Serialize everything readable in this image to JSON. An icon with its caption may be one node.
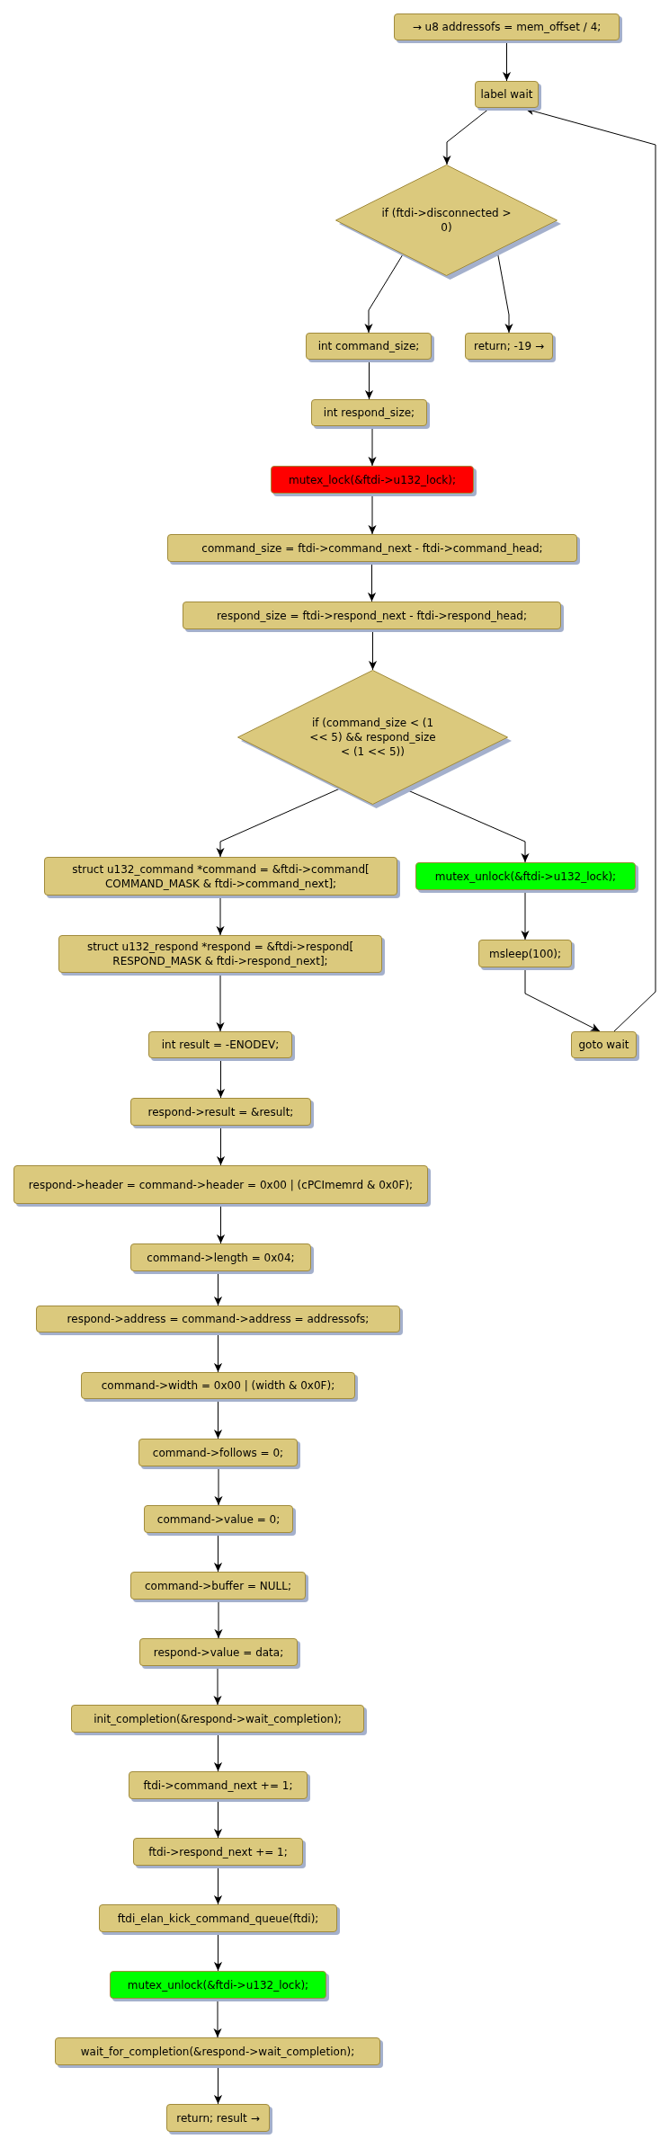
{
  "diagram": {
    "nodes": [
      {
        "text": [
          "→ u8 addressofs = mem_offset / 4;"
        ]
      },
      {
        "text": [
          "label wait"
        ]
      },
      {
        "text": [
          "if (ftdi->disconnected > 0)"
        ]
      },
      {
        "text": [
          "int command_size;"
        ]
      },
      {
        "text": [
          "return; -19 →"
        ]
      },
      {
        "text": [
          "int respond_size;"
        ]
      },
      {
        "text": [
          "mutex_lock(&ftdi->u132_lock);"
        ]
      },
      {
        "text": [
          "command_size = ftdi->command_next - ftdi->command_head;"
        ]
      },
      {
        "text": [
          "respond_size = ftdi->respond_next - ftdi->respond_head;"
        ]
      },
      {
        "text": [
          "if (command_size < (1 << 5) && respond_size < (1 << 5))"
        ]
      },
      {
        "text": [
          "struct u132_command *command = &ftdi->command[ COMMAND_MASK & ftdi->command_next];"
        ]
      },
      {
        "text": [
          "mutex_unlock(&ftdi->u132_lock);"
        ]
      },
      {
        "text": [
          "struct u132_respond *respond = &ftdi->respond[ RESPOND_MASK & ftdi->respond_next];"
        ]
      },
      {
        "text": [
          "msleep(100);"
        ]
      },
      {
        "text": [
          "int result = -ENODEV;"
        ]
      },
      {
        "text": [
          "goto wait"
        ]
      },
      {
        "text": [
          "respond->result = &result;"
        ]
      },
      {
        "text": [
          "respond->header = command->header = 0x00 | (cPCImemrd & 0x0F);"
        ]
      },
      {
        "text": [
          "command->length = 0x04;"
        ]
      },
      {
        "text": [
          "respond->address = command->address = addressofs;"
        ]
      },
      {
        "text": [
          "command->width = 0x00 | (width & 0x0F);"
        ]
      },
      {
        "text": [
          "command->follows = 0;"
        ]
      },
      {
        "text": [
          "command->value = 0;"
        ]
      },
      {
        "text": [
          "command->buffer = NULL;"
        ]
      },
      {
        "text": [
          "respond->value = data;"
        ]
      },
      {
        "text": [
          "init_completion(&respond->wait_completion);"
        ]
      },
      {
        "text": [
          "ftdi->command_next += 1;"
        ]
      },
      {
        "text": [
          "ftdi->respond_next += 1;"
        ]
      },
      {
        "text": [
          "ftdi_elan_kick_command_queue(ftdi);"
        ]
      },
      {
        "text": [
          "mutex_unlock(&ftdi->u132_lock);"
        ]
      },
      {
        "text": [
          "wait_for_completion(&respond->wait_completion);"
        ]
      },
      {
        "text": [
          "return; result →"
        ]
      }
    ],
    "edges": [
      {
        "from": 0,
        "to": 1,
        "arrow": "to"
      },
      {
        "from": 1,
        "to": 2,
        "arrow": "to"
      },
      {
        "from": 2,
        "to": 3,
        "arrow": "to"
      },
      {
        "from": 2,
        "to": 4,
        "arrow": "to"
      },
      {
        "from": 3,
        "to": 5,
        "arrow": "to"
      },
      {
        "from": 5,
        "to": 6,
        "arrow": "to"
      },
      {
        "from": 6,
        "to": 7,
        "arrow": "to"
      },
      {
        "from": 7,
        "to": 8,
        "arrow": "to"
      },
      {
        "from": 8,
        "to": 9,
        "arrow": "to"
      },
      {
        "from": 9,
        "to": 10,
        "arrow": "to"
      },
      {
        "from": 9,
        "to": 11,
        "arrow": "to"
      },
      {
        "from": 10,
        "to": 12,
        "arrow": "to"
      },
      {
        "from": 11,
        "to": 13,
        "arrow": "to"
      },
      {
        "from": 12,
        "to": 14,
        "arrow": "to"
      },
      {
        "from": 13,
        "to": 15,
        "arrow": "to"
      },
      {
        "from": 15,
        "to": 1,
        "arrow": "to"
      },
      {
        "from": 14,
        "to": 16,
        "arrow": "to"
      },
      {
        "from": 16,
        "to": 17,
        "arrow": "to"
      },
      {
        "from": 17,
        "to": 18,
        "arrow": "to"
      },
      {
        "from": 18,
        "to": 19,
        "arrow": "to"
      },
      {
        "from": 19,
        "to": 20,
        "arrow": "to"
      },
      {
        "from": 20,
        "to": 21,
        "arrow": "to"
      },
      {
        "from": 21,
        "to": 22,
        "arrow": "to"
      },
      {
        "from": 22,
        "to": 23,
        "arrow": "to"
      },
      {
        "from": 23,
        "to": 24,
        "arrow": "to"
      },
      {
        "from": 24,
        "to": 25,
        "arrow": "to"
      },
      {
        "from": 25,
        "to": 26,
        "arrow": "to"
      },
      {
        "from": 26,
        "to": 27,
        "arrow": "to"
      },
      {
        "from": 27,
        "to": 28,
        "arrow": "to"
      },
      {
        "from": 28,
        "to": 29,
        "arrow": "to"
      },
      {
        "from": 29,
        "to": 30,
        "arrow": "to"
      },
      {
        "from": 30,
        "to": 31,
        "arrow": "to"
      }
    ]
  }
}
